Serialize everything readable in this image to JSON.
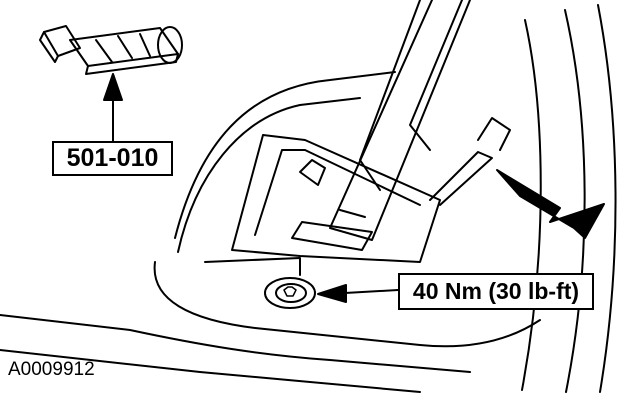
{
  "labels": {
    "tool_number": "501-010",
    "torque_spec": "40 Nm (30 lb-ft)",
    "figure_id": "A0009912"
  },
  "colors": {
    "ink": "#000000",
    "paper": "#ffffff"
  },
  "icons": {
    "tool": "socket-bit-icon",
    "fastener": "torx-bolt-icon",
    "pointer": "large-arrow-icon"
  }
}
